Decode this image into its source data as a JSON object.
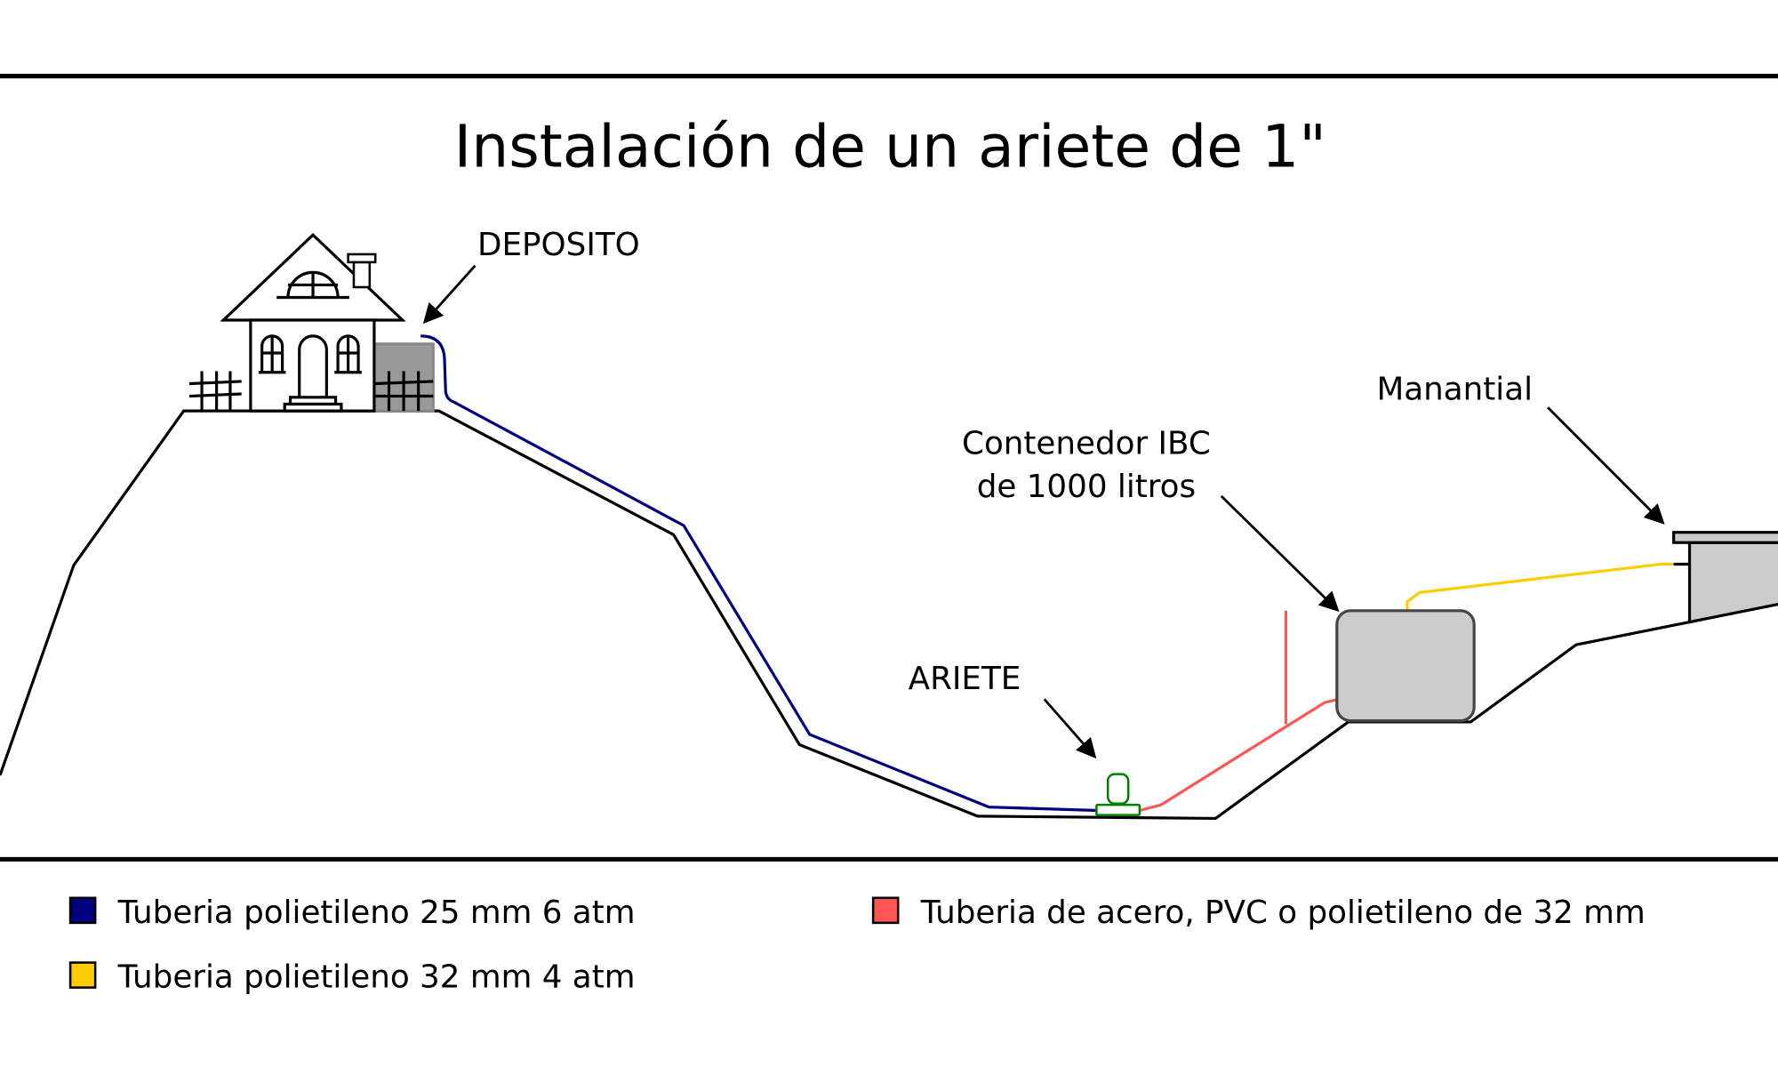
{
  "title": "Instalación de un ariete de 1\"",
  "labels": {
    "deposito": "DEPOSITO",
    "manantial": "Manantial",
    "ibc_line1": "Contenedor IBC",
    "ibc_line2": "de 1000 litros",
    "ariete": "ARIETE"
  },
  "legend": [
    {
      "label": "Tuberia polietileno 25 mm 6 atm",
      "color": "#000080"
    },
    {
      "label": "Tuberia de acero, PVC o polietileno de 32 mm",
      "color": "#ff5555"
    },
    {
      "label": "Tuberia polietileno 32 mm 4 atm",
      "color": "#ffcc00"
    }
  ],
  "colors": {
    "drive_pipe": "#000080",
    "delivery_pipe": "#ff5555",
    "supply_pipe": "#ffcc00",
    "ram": "#008000",
    "tank_fill": "#cccccc",
    "deposit_fill": "#999999"
  }
}
